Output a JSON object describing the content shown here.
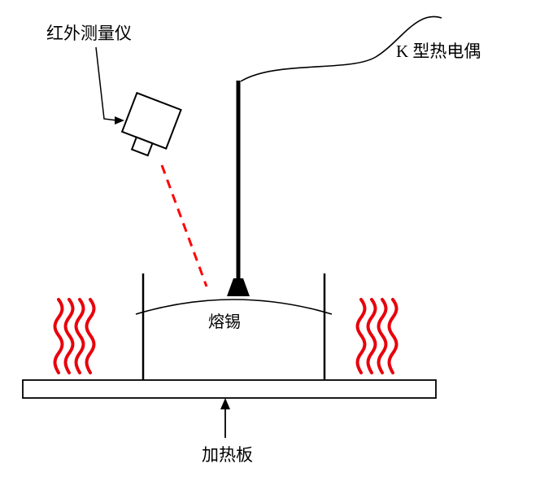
{
  "diagram": {
    "labels": {
      "infrared": "红外测量仪",
      "thermocouple": "K 型热电偶",
      "solder": "熔锡",
      "heater": "加热板"
    },
    "colors": {
      "outline": "#000000",
      "heat_wave": "#e8000b",
      "laser_beam": "#ff0000",
      "fill_white": "#ffffff"
    }
  }
}
